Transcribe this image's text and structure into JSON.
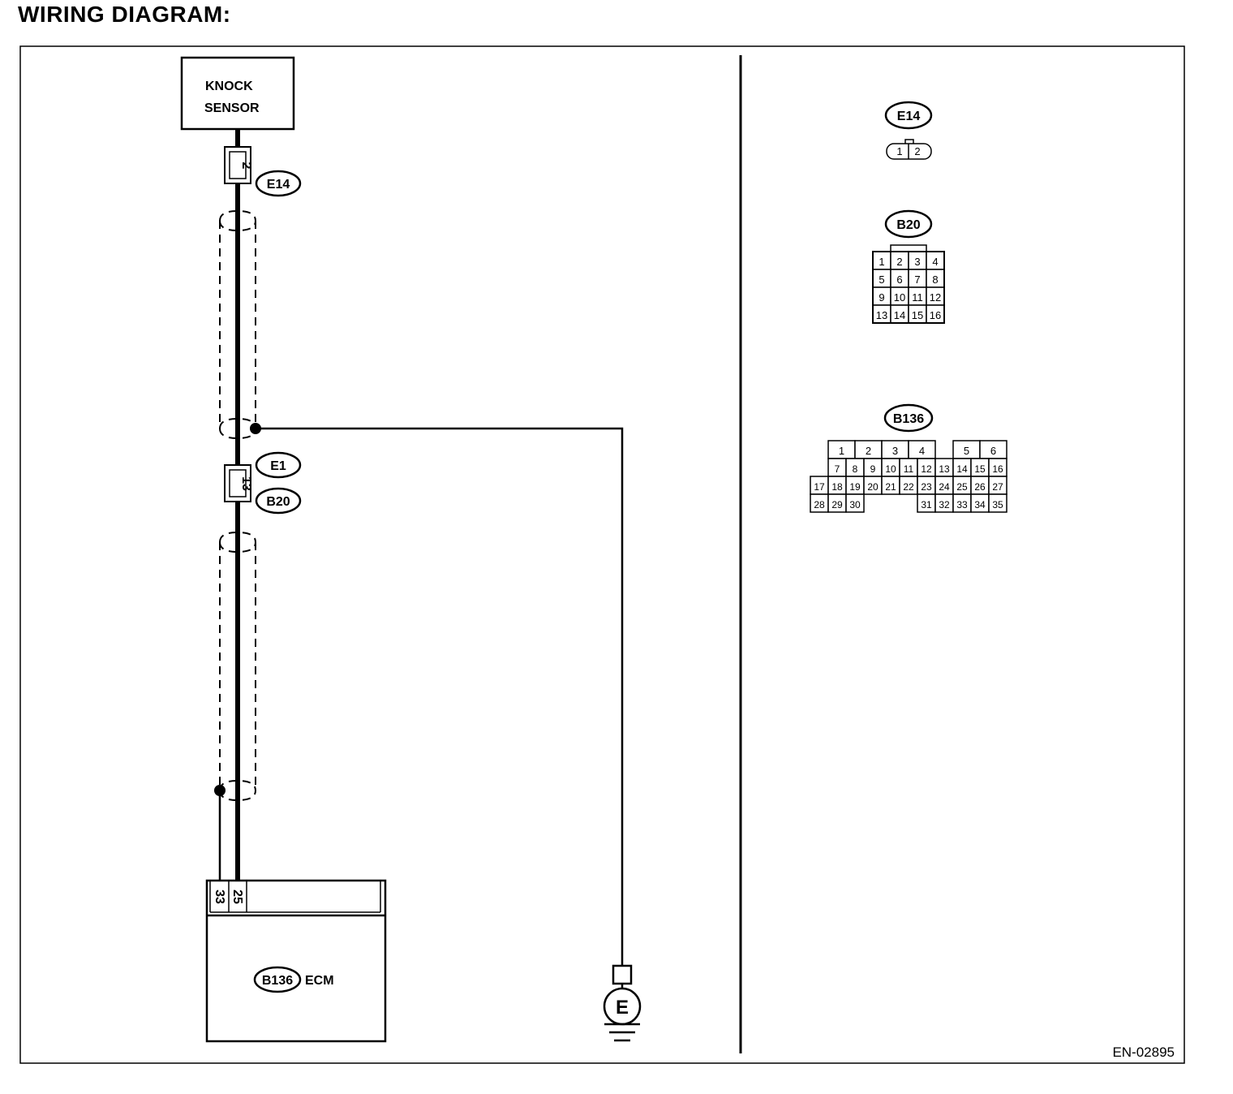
{
  "title": "WIRING DIAGRAM:",
  "reference": "EN-02895",
  "components": {
    "knock_sensor": {
      "line1": "KNOCK",
      "line2": "SENSOR"
    },
    "ecm": {
      "connector": "B136",
      "name": "ECM",
      "pins": [
        "33",
        "25"
      ]
    },
    "ground": {
      "symbol": "E"
    }
  },
  "inline_connectors": {
    "e14": {
      "label": "E14",
      "pin": "2"
    },
    "e1_b20": {
      "label_top": "E1",
      "label_bottom": "B20",
      "pin": "13"
    }
  },
  "connector_views": {
    "e14": {
      "label": "E14",
      "pins": [
        "1",
        "2"
      ]
    },
    "b20": {
      "label": "B20",
      "rows": [
        [
          "1",
          "2",
          "3",
          "4"
        ],
        [
          "5",
          "6",
          "7",
          "8"
        ],
        [
          "9",
          "10",
          "11",
          "12"
        ],
        [
          "13",
          "14",
          "15",
          "16"
        ]
      ]
    },
    "b136": {
      "label": "B136",
      "row1": [
        "1",
        "2",
        "3",
        "4",
        "5",
        "6"
      ],
      "row2": [
        "7",
        "8",
        "9",
        "10",
        "11",
        "12",
        "13",
        "14",
        "15",
        "16"
      ],
      "row3": [
        "17",
        "18",
        "19",
        "20",
        "21",
        "22",
        "23",
        "24",
        "25",
        "26",
        "27"
      ],
      "row4a": [
        "28",
        "29",
        "30"
      ],
      "row4b": [
        "31",
        "32",
        "33",
        "34",
        "35"
      ]
    }
  }
}
